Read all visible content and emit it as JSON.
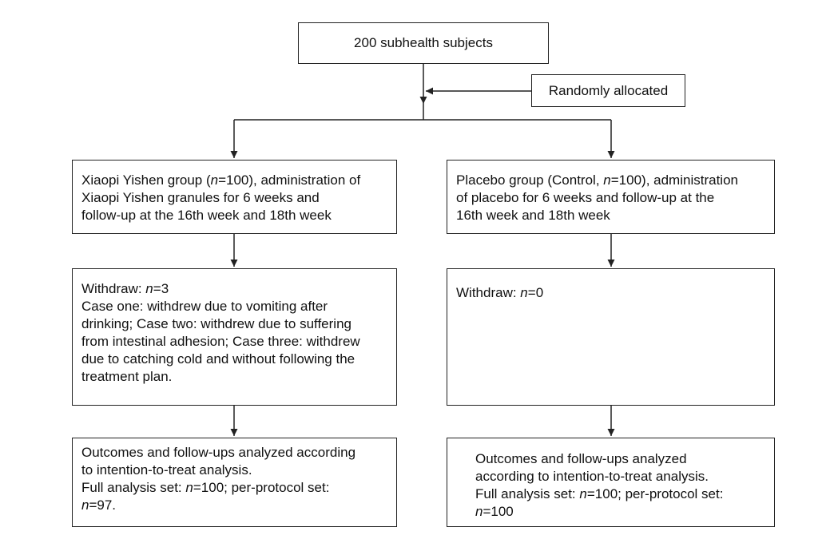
{
  "top_box": {
    "text": "200 subhealth subjects"
  },
  "random_box": {
    "text": "Randomly allocated"
  },
  "left": {
    "group": {
      "lines": [
        [
          "Xiaopi Yishen group (",
          "n",
          "=100), administration of"
        ],
        [
          "Xiaopi Yishen granules for 6 weeks and"
        ],
        [
          "follow-up at the 16th week and 18th week"
        ]
      ]
    },
    "withdraw": {
      "lines": [
        [
          "Withdraw: ",
          "n",
          "=3"
        ],
        [
          "Case one: withdrew due to vomiting after"
        ],
        [
          "drinking; Case two: withdrew due to suffering"
        ],
        [
          "from intestinal adhesion; Case three: withdrew"
        ],
        [
          "due to catching cold and without following the"
        ],
        [
          "treatment plan."
        ]
      ]
    },
    "outcome": {
      "lines": [
        [
          "Outcomes and follow-ups analyzed according"
        ],
        [
          "to intention-to-treat analysis."
        ],
        [
          "Full analysis set: ",
          "n",
          "=100; per-protocol set:"
        ],
        [
          "",
          "n",
          "=97."
        ]
      ]
    }
  },
  "right": {
    "group": {
      "lines": [
        [
          "Placebo group (Control, ",
          "n",
          "=100), administration"
        ],
        [
          "of placebo for 6 weeks and follow-up at the"
        ],
        [
          "16th week and 18th week"
        ]
      ]
    },
    "withdraw": {
      "lines": [
        [
          "Withdraw: ",
          "n",
          "=0"
        ]
      ]
    },
    "outcome": {
      "lines": [
        [
          "Outcomes and follow-ups analyzed"
        ],
        [
          "according to intention-to-treat analysis."
        ],
        [
          "Full analysis set: ",
          "n",
          "=100; per-protocol set:"
        ],
        [
          "",
          "n",
          "=100"
        ]
      ]
    }
  }
}
